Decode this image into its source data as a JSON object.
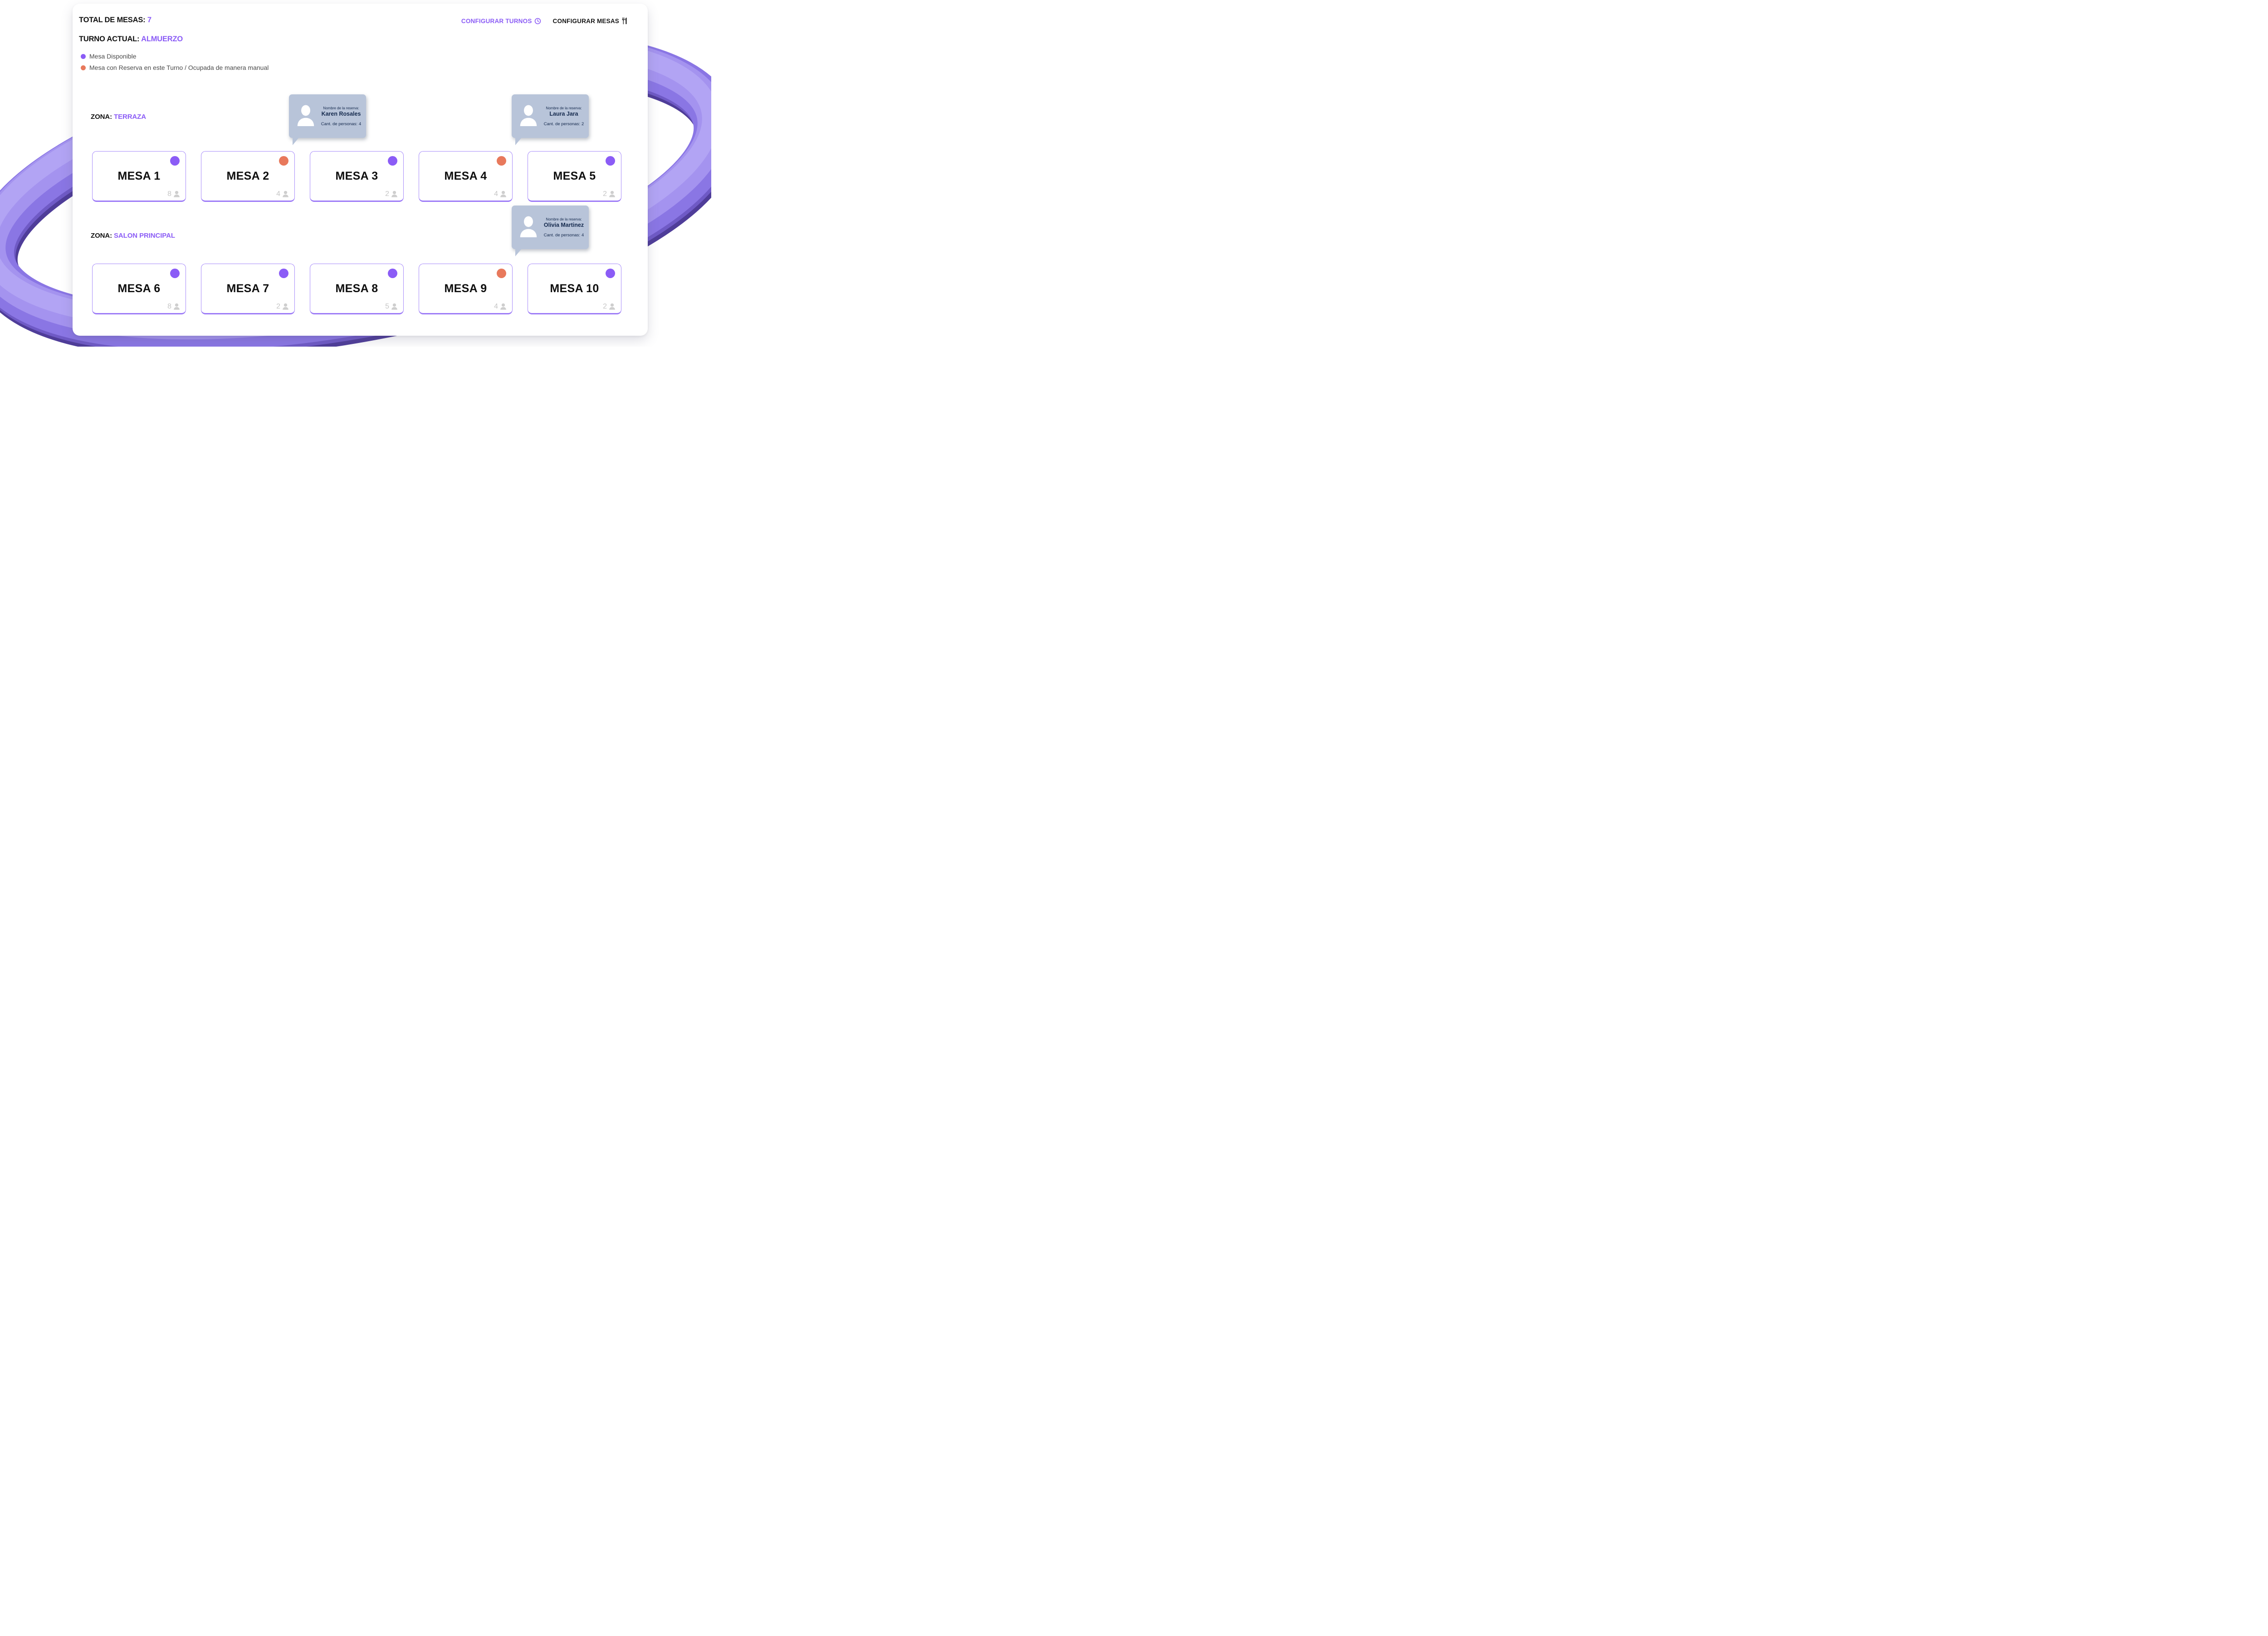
{
  "header": {
    "total_label": "TOTAL DE MESAS:",
    "total_value": "7",
    "shift_label": "TURNO ACTUAL:",
    "shift_value": "ALMUERZO",
    "configure_shifts_label": "CONFIGURAR TURNOS",
    "configure_tables_label": "CONFIGURAR MESAS"
  },
  "legend": {
    "available": {
      "label": "Mesa Disponible",
      "color": "#8b5cf6"
    },
    "reserved": {
      "label": "Mesa con Reserva en este Turno / Ocupada de manera manual",
      "color": "#e8795c"
    }
  },
  "tooltip_labels": {
    "name_label": "Nombre de la reserva:",
    "people_label": "Cant. de personas:"
  },
  "zones": [
    {
      "zone_label": "ZONA:",
      "name": "TERRAZA",
      "tables": [
        {
          "label": "MESA 1",
          "capacity": "8",
          "status": "available"
        },
        {
          "label": "MESA 2",
          "capacity": "4",
          "status": "reserved",
          "reservation": {
            "name": "Karen Rosales",
            "people": "4"
          }
        },
        {
          "label": "MESA 3",
          "capacity": "2",
          "status": "available"
        },
        {
          "label": "MESA 4",
          "capacity": "4",
          "status": "reserved",
          "reservation": {
            "name": "Laura Jara",
            "people": "2"
          }
        },
        {
          "label": "MESA 5",
          "capacity": "2",
          "status": "available"
        }
      ]
    },
    {
      "zone_label": "ZONA:",
      "name": "SALON PRINCIPAL",
      "tables": [
        {
          "label": "MESA 6",
          "capacity": "8",
          "status": "available"
        },
        {
          "label": "MESA 7",
          "capacity": "2",
          "status": "available"
        },
        {
          "label": "MESA 8",
          "capacity": "5",
          "status": "available"
        },
        {
          "label": "MESA 9",
          "capacity": "4",
          "status": "reserved",
          "reservation": {
            "name": "Olivia Martinez",
            "people": "4"
          }
        },
        {
          "label": "MESA 10",
          "capacity": "2",
          "status": "available"
        }
      ]
    }
  ],
  "icons": {
    "configure_shifts": "clock-icon",
    "configure_tables": "utensils-icon",
    "tooltip_avatar": "person-icon",
    "capacity": "person-icon"
  },
  "colors": {
    "accent_purple": "#8b5cf6",
    "status_available": "#8b5cf6",
    "status_reserved": "#e8795c",
    "card_border": "#a78bfa",
    "tooltip_bg": "#b8c4d9",
    "tooltip_text": "#14294d",
    "capacity_gray": "#c6c6c6",
    "ring_purple": "#8a76e4"
  }
}
